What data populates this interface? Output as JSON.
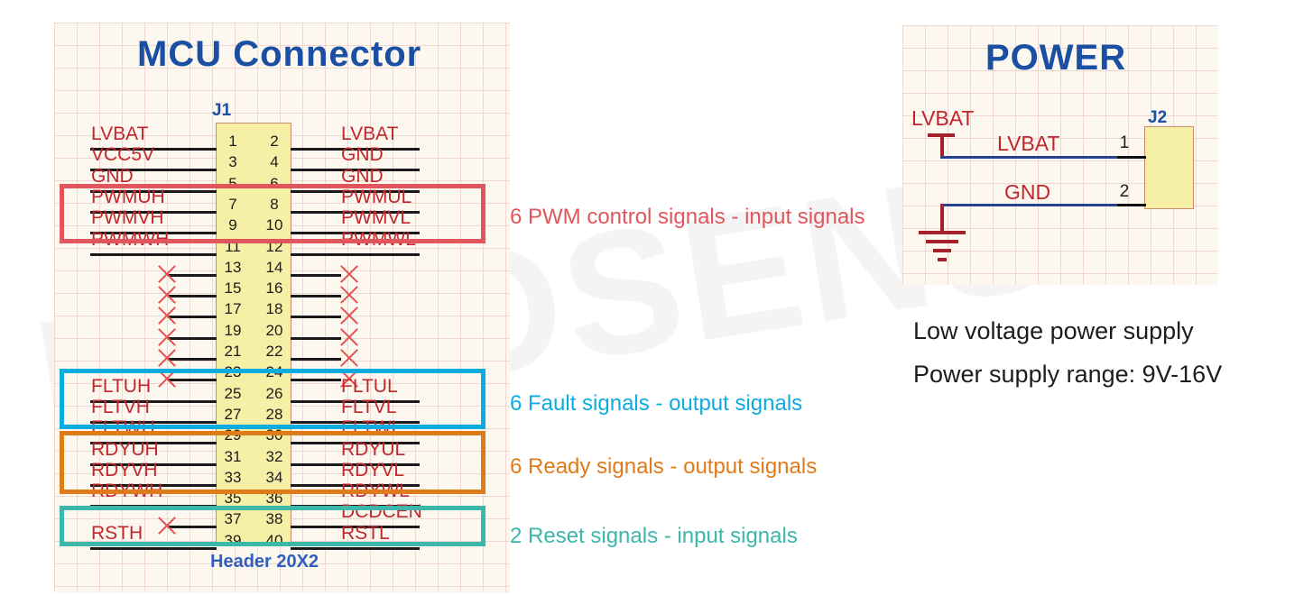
{
  "watermark_text": "NOVOSENSE",
  "mcu": {
    "title": "MCU   Connector",
    "refdes": "J1",
    "footprint": "Header 20X2",
    "rows": [
      {
        "pins": [
          "1",
          "2"
        ],
        "left": "LVBAT",
        "right": "LVBAT"
      },
      {
        "pins": [
          "3",
          "4"
        ],
        "left": "VCC5V",
        "right": "GND"
      },
      {
        "pins": [
          "5",
          "6"
        ],
        "left": "GND",
        "right": "GND"
      },
      {
        "pins": [
          "7",
          "8"
        ],
        "left": "PWMUH",
        "right": "PWMUL"
      },
      {
        "pins": [
          "9",
          "10"
        ],
        "left": "PWMVH",
        "right": "PWMVL"
      },
      {
        "pins": [
          "11",
          "12"
        ],
        "left": "PWMWH",
        "right": "PWMWL"
      },
      {
        "pins": [
          "13",
          "14"
        ],
        "left": "",
        "right": ""
      },
      {
        "pins": [
          "15",
          "16"
        ],
        "left": "",
        "right": ""
      },
      {
        "pins": [
          "17",
          "18"
        ],
        "left": "",
        "right": ""
      },
      {
        "pins": [
          "19",
          "20"
        ],
        "left": "",
        "right": ""
      },
      {
        "pins": [
          "21",
          "22"
        ],
        "left": "",
        "right": ""
      },
      {
        "pins": [
          "23",
          "24"
        ],
        "left": "",
        "right": ""
      },
      {
        "pins": [
          "25",
          "26"
        ],
        "left": "FLTUH",
        "right": "FLTUL"
      },
      {
        "pins": [
          "27",
          "28"
        ],
        "left": "FLTVH",
        "right": "FLTVL"
      },
      {
        "pins": [
          "29",
          "30"
        ],
        "left": "FLTWH",
        "right": "FLTWL"
      },
      {
        "pins": [
          "31",
          "32"
        ],
        "left": "RDYUH",
        "right": "RDYUL"
      },
      {
        "pins": [
          "33",
          "34"
        ],
        "left": "RDYVH",
        "right": "RDYVL"
      },
      {
        "pins": [
          "35",
          "36"
        ],
        "left": "RDYWH",
        "right": "RDYWL"
      },
      {
        "pins": [
          "37",
          "38"
        ],
        "left": "",
        "right": "DCDCEN"
      },
      {
        "pins": [
          "39",
          "40"
        ],
        "left": "RSTH",
        "right": "RSTL"
      }
    ],
    "groups": [
      {
        "name": "pwm",
        "label": "6 PWM control signals - input signals",
        "color": "#e0565c"
      },
      {
        "name": "fault",
        "label": "6 Fault signals - output signals",
        "color": "#0cace0"
      },
      {
        "name": "ready",
        "label": "6 Ready signals - output signals",
        "color": "#e07b1a"
      },
      {
        "name": "reset",
        "label": "2 Reset signals - input signals",
        "color": "#3cb7aa"
      }
    ]
  },
  "power": {
    "title": "POWER",
    "refdes": "J2",
    "port_label": "LVBAT",
    "nets": [
      {
        "name": "LVBAT",
        "pin": "1"
      },
      {
        "name": "GND",
        "pin": "2"
      }
    ],
    "description_line1": "Low voltage power supply",
    "description_line2": "Power supply range: 9V-16V"
  },
  "colors": {
    "title_blue": "#1a4fa3",
    "signal_red": "#c0272d",
    "connector_fill": "#f6f0a6",
    "net_blue": "#26418f"
  }
}
